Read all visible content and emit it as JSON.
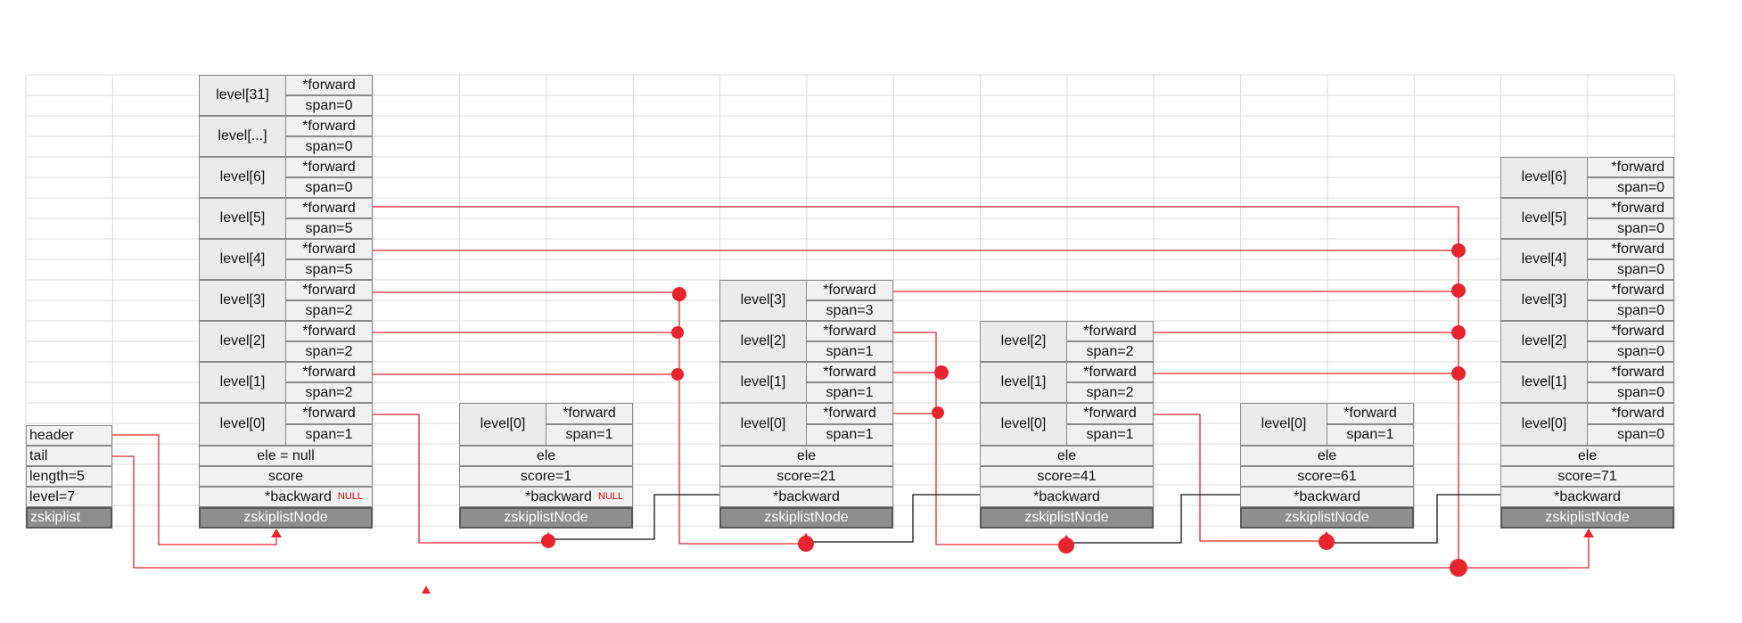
{
  "colors": {
    "pointer": "#e8242c",
    "backlink": "#111111",
    "cell_fill": "#f1f1f1",
    "type_fill": "#8e8e8e",
    "grid": "#dcdcdc"
  },
  "zskiplist": {
    "header": "header",
    "tail": "tail",
    "length": "length=5",
    "level": "level=7",
    "type": "zskiplist"
  },
  "header_node": {
    "levels": [
      {
        "label": "level[31]",
        "forward": "*forward",
        "span": "span=0"
      },
      {
        "label": "level[...]",
        "forward": "*forward",
        "span": "span=0"
      },
      {
        "label": "level[6]",
        "forward": "*forward",
        "span": "span=0"
      },
      {
        "label": "level[5]",
        "forward": "*forward",
        "span": "span=5"
      },
      {
        "label": "level[4]",
        "forward": "*forward",
        "span": "span=5"
      },
      {
        "label": "level[3]",
        "forward": "*forward",
        "span": "span=2"
      },
      {
        "label": "level[2]",
        "forward": "*forward",
        "span": "span=2"
      },
      {
        "label": "level[1]",
        "forward": "*forward",
        "span": "span=2"
      },
      {
        "label": "level[0]",
        "forward": "*forward",
        "span": "span=1"
      }
    ],
    "ele": "ele = null",
    "score": "score",
    "backward": "*backward",
    "backward_null": "NULL",
    "type": "zskiplistNode"
  },
  "nodes": [
    {
      "levels": [
        {
          "label": "level[0]",
          "forward": "*forward",
          "span": "span=1"
        }
      ],
      "ele": "ele",
      "score": "score=1",
      "backward": "*backward",
      "backward_null": "NULL",
      "type": "zskiplistNode"
    },
    {
      "levels": [
        {
          "label": "level[3]",
          "forward": "*forward",
          "span": "span=3"
        },
        {
          "label": "level[2]",
          "forward": "*forward",
          "span": "span=1"
        },
        {
          "label": "level[1]",
          "forward": "*forward",
          "span": "span=1"
        },
        {
          "label": "level[0]",
          "forward": "*forward",
          "span": "span=1"
        }
      ],
      "ele": "ele",
      "score": "score=21",
      "backward": "*backward",
      "type": "zskiplistNode"
    },
    {
      "levels": [
        {
          "label": "level[2]",
          "forward": "*forward",
          "span": "span=2"
        },
        {
          "label": "level[1]",
          "forward": "*forward",
          "span": "span=2"
        },
        {
          "label": "level[0]",
          "forward": "*forward",
          "span": "span=1"
        }
      ],
      "ele": "ele",
      "score": "score=41",
      "backward": "*backward",
      "type": "zskiplistNode"
    },
    {
      "levels": [
        {
          "label": "level[0]",
          "forward": "*forward",
          "span": "span=1"
        }
      ],
      "ele": "ele",
      "score": "score=61",
      "backward": "*backward",
      "type": "zskiplistNode"
    },
    {
      "levels": [
        {
          "label": "level[6]",
          "forward": "*forward",
          "span": "span=0"
        },
        {
          "label": "level[5]",
          "forward": "*forward",
          "span": "span=0"
        },
        {
          "label": "level[4]",
          "forward": "*forward",
          "span": "span=0"
        },
        {
          "label": "level[3]",
          "forward": "*forward",
          "span": "span=0"
        },
        {
          "label": "level[2]",
          "forward": "*forward",
          "span": "span=0"
        },
        {
          "label": "level[1]",
          "forward": "*forward",
          "span": "span=0"
        },
        {
          "label": "level[0]",
          "forward": "*forward",
          "span": "span=0"
        }
      ],
      "ele": "ele",
      "score": "score=71",
      "backward": "*backward",
      "type": "zskiplistNode"
    }
  ]
}
